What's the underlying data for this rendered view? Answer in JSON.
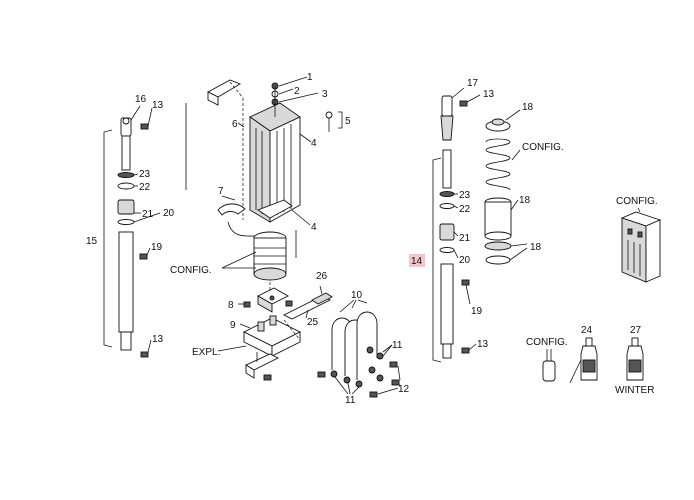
{
  "callouts": {
    "n1": "1",
    "n2": "2",
    "n3": "3",
    "n4a": "4",
    "n4b": "4",
    "n5": "5",
    "n6": "6",
    "n7": "7",
    "n8": "8",
    "n9": "9",
    "n10": "10",
    "n11a": "11",
    "n11b": "11",
    "n12": "12",
    "n13a": "13",
    "n13b": "13",
    "n13c": "13",
    "n13d": "13",
    "n14": "14",
    "n15": "15",
    "n16": "16",
    "n17": "17",
    "n18a": "18",
    "n18b": "18",
    "n18c": "18",
    "n19a": "19",
    "n19b": "19",
    "n20a": "20",
    "n20b": "20",
    "n21a": "21",
    "n21b": "21",
    "n22a": "22",
    "n22b": "22",
    "n23a": "23",
    "n23b": "23",
    "n24": "24",
    "n25": "25",
    "n26": "26",
    "n27": "27"
  },
  "labels": {
    "config_center": "CONFIG.",
    "config_spring": "CONFIG.",
    "config_battery": "CONFIG.",
    "config_capacitor": "CONFIG.",
    "expl": "EXPL.",
    "winter": "WINTER"
  },
  "highlight_color": "#f3c6c9"
}
